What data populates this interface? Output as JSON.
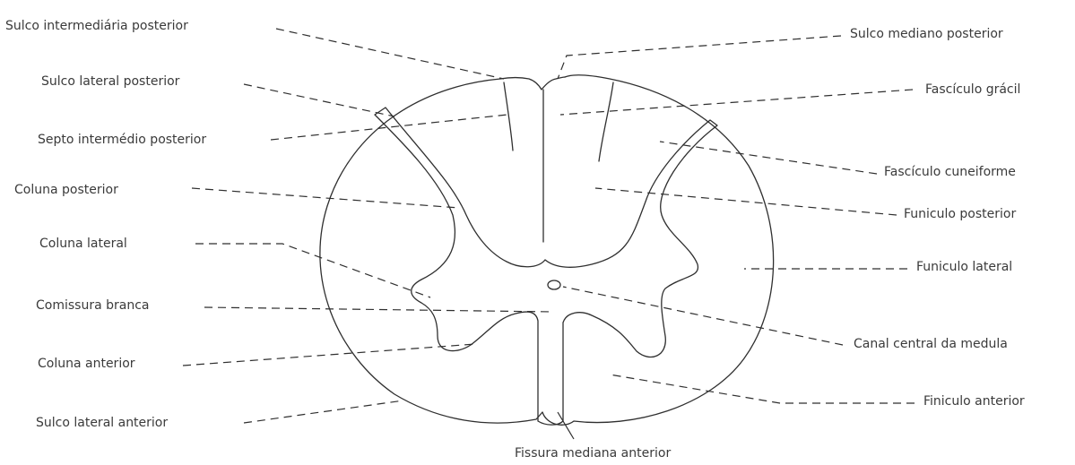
{
  "labels": {
    "sulco_intermediario_posterior": "Sulco intermediária posterior",
    "sulco_lateral_posterior": "Sulco lateral posterior",
    "septo_intermedio_posterior": "Septo intermédio posterior",
    "coluna_posterior": "Coluna posterior",
    "coluna_lateral": "Coluna lateral",
    "comissura_branca": "Comissura branca",
    "coluna_anterior": "Coluna anterior",
    "sulco_lateral_anterior": "Sulco lateral anterior",
    "sulco_mediano_posterior": "Sulco mediano posterior",
    "fasciculo_gracil": "Fascículo grácil",
    "fasciculo_cuneiforme": "Fascículo cuneiforme",
    "funiculo_posterior": "Funiculo posterior",
    "funiculo_lateral": "Funiculo lateral",
    "canal_central": "Canal central da medula",
    "finiculo_anterior": "Finiculo anterior",
    "fissura_mediana_anterior": "Fissura mediana anterior"
  },
  "colors": {
    "line": "#2f2f2f",
    "text": "#3a3a3a",
    "background": "#ffffff"
  }
}
